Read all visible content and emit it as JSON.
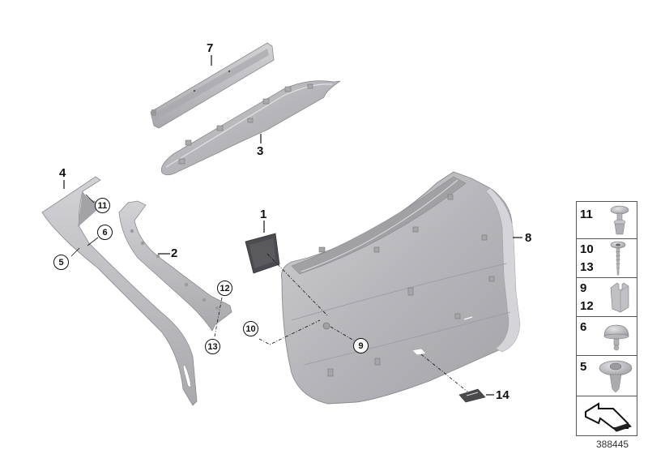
{
  "diagram": {
    "type": "exploded-parts-diagram",
    "subject": "Tailgate trim panel assembly",
    "document_id": "388445",
    "colors": {
      "part_fill": "#b9b9bd",
      "part_shade": "#9d9da2",
      "part_highlight": "#dcdce0",
      "dark_part": "#4a4a4e",
      "line": "#111111",
      "background": "#ffffff"
    },
    "callouts": [
      {
        "id": "1",
        "label": "1",
        "style": "plain",
        "part": "cover cap (dark square)"
      },
      {
        "id": "2",
        "label": "2",
        "style": "plain",
        "part": "pillar trim right"
      },
      {
        "id": "3",
        "label": "3",
        "style": "plain",
        "part": "upper trim panel"
      },
      {
        "id": "4",
        "label": "4",
        "style": "plain",
        "part": "pillar trim left"
      },
      {
        "id": "5",
        "label": "5",
        "style": "circled",
        "part": "clip"
      },
      {
        "id": "6",
        "label": "6",
        "style": "circled",
        "part": "expanding rivet"
      },
      {
        "id": "7",
        "label": "7",
        "style": "plain",
        "part": "upper rail strip"
      },
      {
        "id": "8",
        "label": "8",
        "style": "plain",
        "part": "tailgate trim panel"
      },
      {
        "id": "9",
        "label": "9",
        "style": "circled",
        "part": "nut clip"
      },
      {
        "id": "10",
        "label": "10",
        "style": "circled",
        "part": "screw"
      },
      {
        "id": "11",
        "label": "11",
        "style": "circled",
        "part": "push rivet"
      },
      {
        "id": "12",
        "label": "12",
        "style": "circled",
        "part": "nut clip"
      },
      {
        "id": "13",
        "label": "13",
        "style": "circled",
        "part": "screw"
      },
      {
        "id": "14",
        "label": "14",
        "style": "plain",
        "part": "small cover plate"
      }
    ],
    "legend": [
      {
        "labels": [
          "11"
        ],
        "icon": "push-rivet-icon"
      },
      {
        "labels": [
          "10",
          "13"
        ],
        "icon": "screw-icon"
      },
      {
        "labels": [
          "9",
          "12"
        ],
        "icon": "nut-clip-icon"
      },
      {
        "labels": [
          "6"
        ],
        "icon": "expanding-rivet-icon"
      },
      {
        "labels": [
          "5"
        ],
        "icon": "clip-icon"
      },
      {
        "labels": [],
        "icon": "orientation-arrow-icon"
      }
    ]
  }
}
